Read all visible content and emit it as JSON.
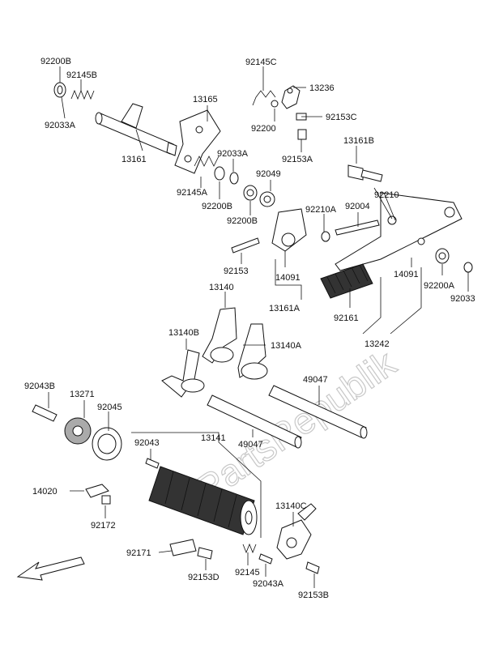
{
  "watermark": "PartsRepublik",
  "labels": {
    "p92200B": "92200B",
    "p92145B": "92145B",
    "p92033A_a": "92033A",
    "p13161": "13161",
    "p13165": "13165",
    "p92145C": "92145C",
    "p13236": "13236",
    "p92153C": "92153C",
    "p92200": "92200",
    "p92153A": "92153A",
    "p13161B": "13161B",
    "p92033A_b": "92033A",
    "p92049": "92049",
    "p92145A": "92145A",
    "p92200B_b": "92200B",
    "p92200B_c": "92200B",
    "p92210A": "92210A",
    "p92004": "92004",
    "p92210": "92210",
    "p92153": "92153",
    "p14091_a": "14091",
    "p14091_b": "14091",
    "p92200A": "92200A",
    "p92033": "92033",
    "p13140": "13140",
    "p13161A": "13161A",
    "p92161": "92161",
    "p13140B": "13140B",
    "p13140A": "13140A",
    "p13242": "13242",
    "p92043B": "92043B",
    "p13271": "13271",
    "p92045": "92045",
    "p49047_a": "49047",
    "p49047_b": "49047",
    "p92043": "92043",
    "p13141": "13141",
    "p14020": "14020",
    "p92172": "92172",
    "p13140C": "13140C",
    "p92171": "92171",
    "p92153D": "92153D",
    "p92145": "92145",
    "p92043A": "92043A",
    "p92153B": "92153B"
  }
}
